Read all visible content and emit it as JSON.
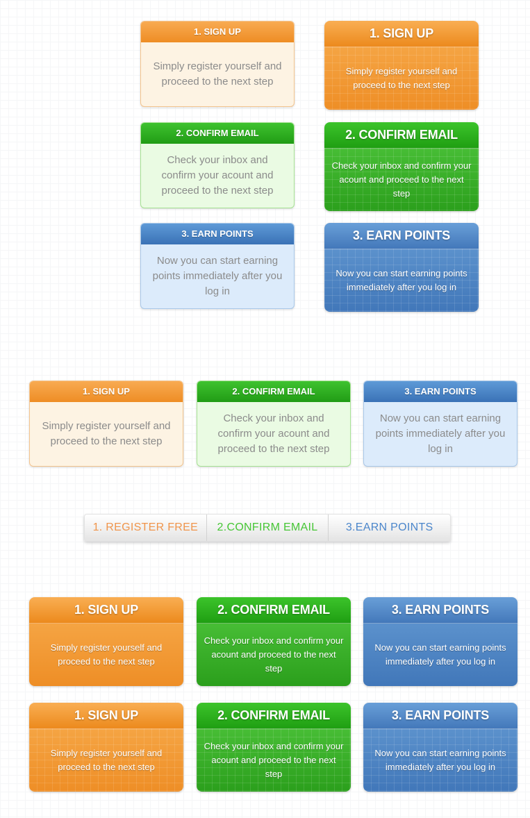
{
  "page": {
    "background_grid_color": "#f5f6f7"
  },
  "cards": {
    "signup": {
      "title": "1. SIGN UP",
      "body": "Simply register yourself and proceed to the next step",
      "accent_color": "#ee8d24"
    },
    "confirm_email": {
      "title": "2. CONFIRM EMAIL",
      "body": "Check your inbox and confirm your acount and proceed to the next step",
      "accent_color": "#2aa31c"
    },
    "earn_points": {
      "title": "3. EARN POINTS",
      "body": "Now you can start earning points immediately after you log in",
      "accent_color": "#4379bc"
    }
  },
  "progress_bar": {
    "items": [
      {
        "label": "1. REGISTER FREE",
        "color": "#f0954b"
      },
      {
        "label": "2.CONFIRM EMAIL",
        "color": "#46c635"
      },
      {
        "label": "3.EARN POINTS",
        "color": "#4b86cb"
      }
    ]
  }
}
